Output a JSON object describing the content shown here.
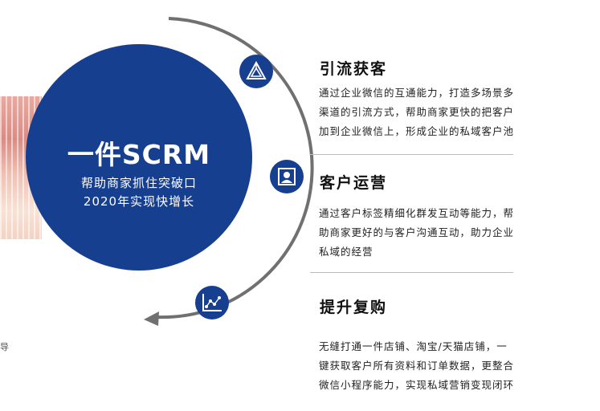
{
  "hub": {
    "title": "一件SCRM",
    "subtitle_line1": "帮助商家抓住突破口",
    "subtitle_line2": "2020年实现快增长"
  },
  "stray_text": "导",
  "features": [
    {
      "icon": "triangle-network-icon",
      "title": "引流获客",
      "lines": [
        "通过企业微信的互通能力，打造多场景多",
        "渠道的引流方式，帮助商家更快的把客户",
        "加到企业微信上，形成企业的私域客户池"
      ]
    },
    {
      "icon": "user-profile-icon",
      "title": "客户运营",
      "lines": [
        "通过客户标签精细化群发互动等能力，帮",
        "助商家更好的与客户沟通互动，助力企业",
        "私域的经营"
      ]
    },
    {
      "icon": "scatter-chart-icon",
      "title": "提升复购",
      "lines": [
        "无缝打通一件店铺、淘宝/天猫店铺，一",
        "键获取客户所有资料和订单数据，更整合",
        "微信小程序能力，实现私域营销变现闭环"
      ]
    }
  ],
  "colors": {
    "brand_blue": "#173f90",
    "arc_gray": "#707070",
    "divider_gray": "#bdbdbd"
  }
}
